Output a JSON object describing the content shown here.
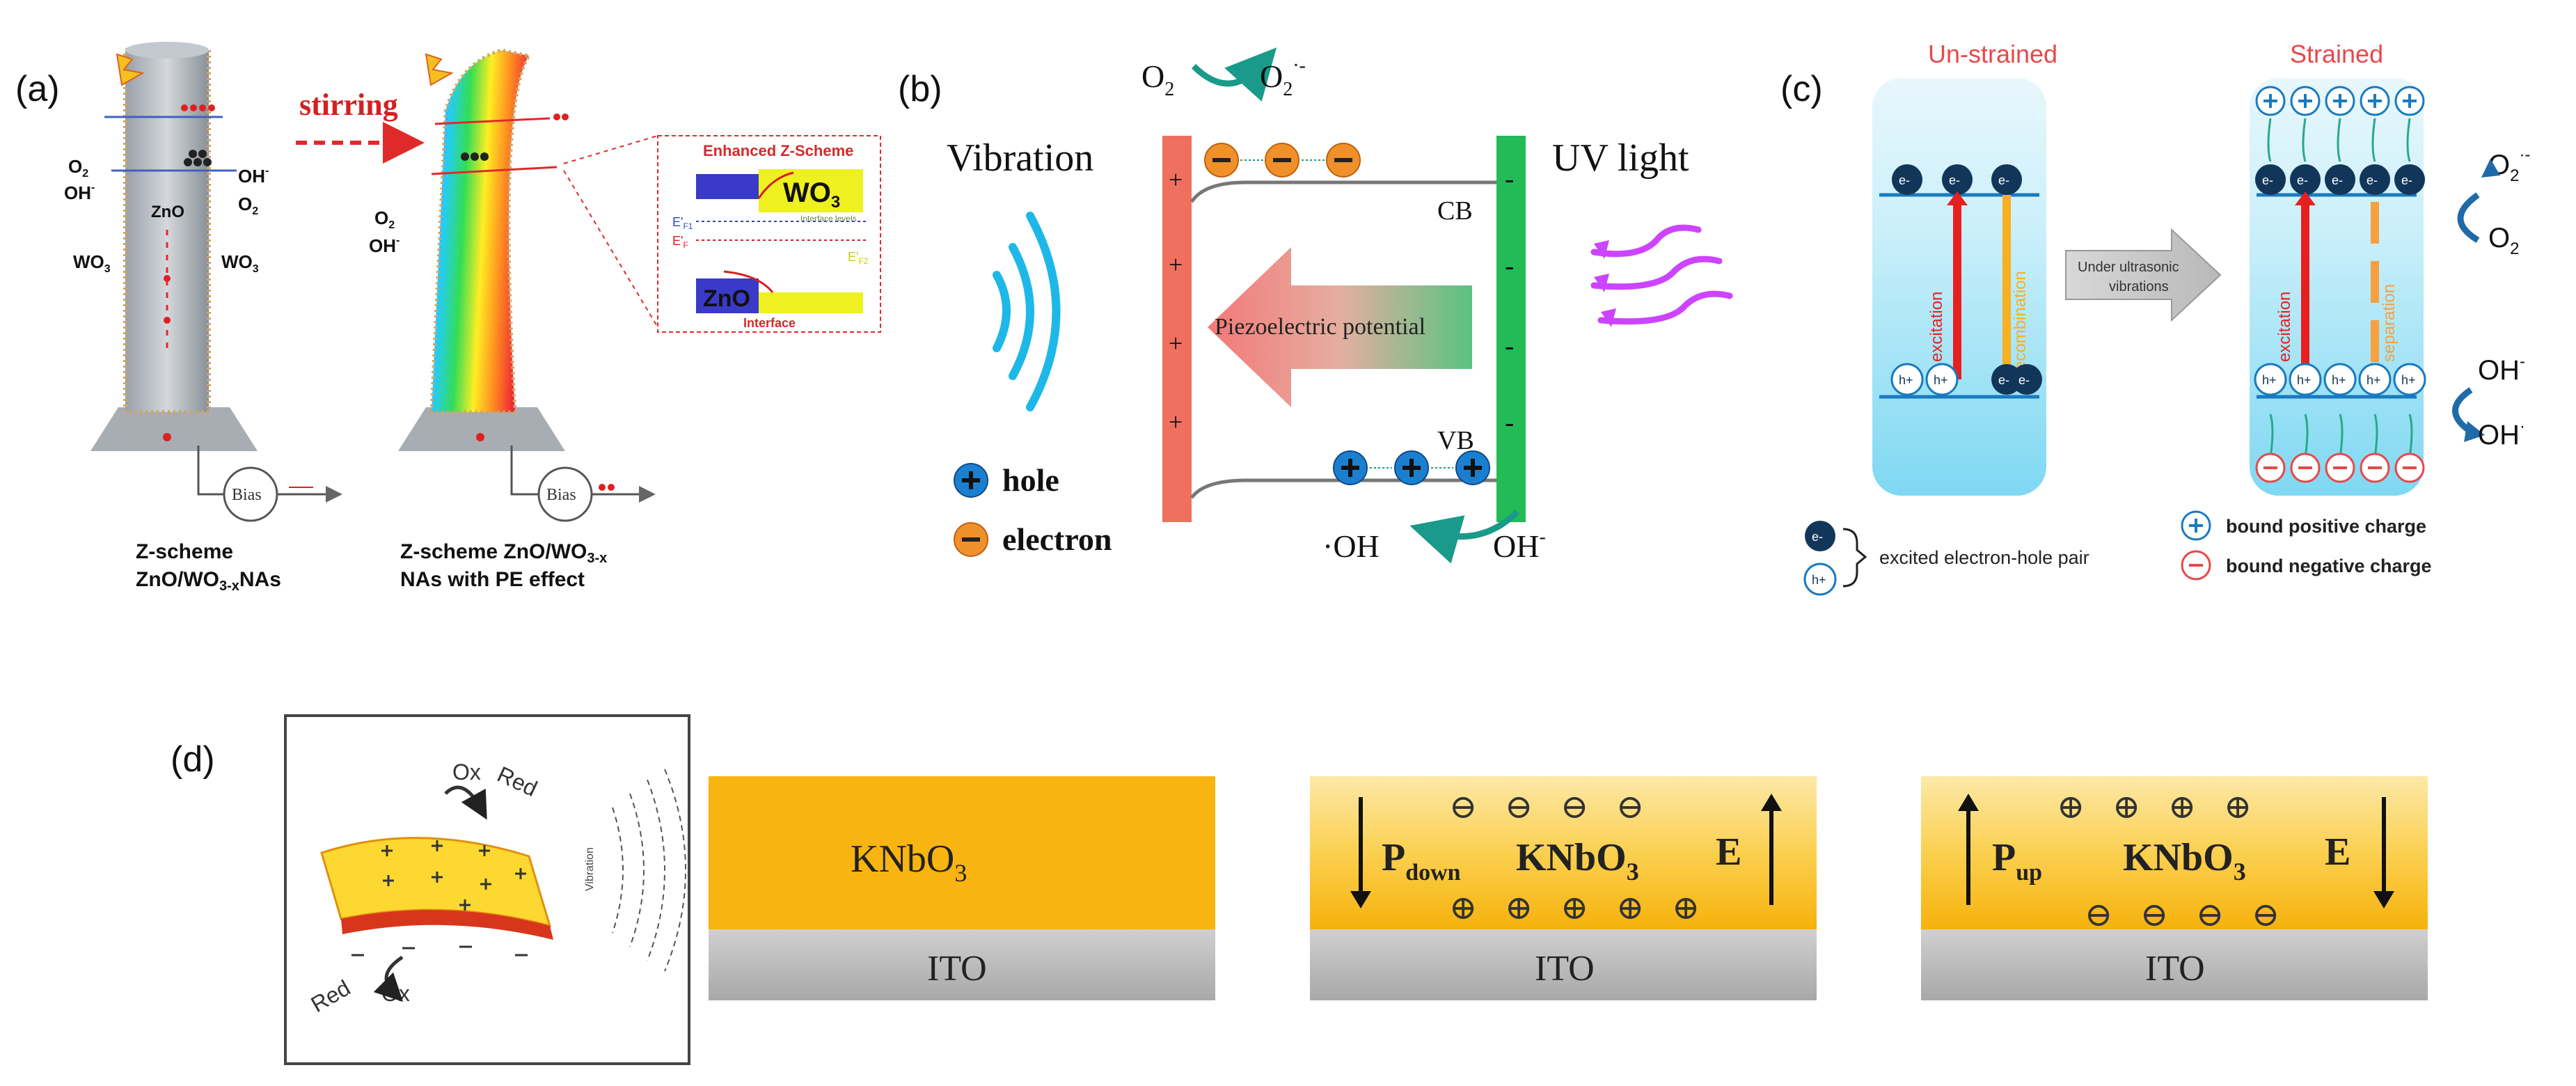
{
  "panel_a": {
    "label": "(a)",
    "stirring": "stirring",
    "o2": "O",
    "o2_sub": "2",
    "oh": "OH",
    "oh_sup": "-",
    "zno": "ZnO",
    "wo3": "WO",
    "wo3_sub": "3",
    "bias": "Bias",
    "inset_title": "Enhanced Z-Scheme",
    "inset_wo3": "WO",
    "inset_wo3_sub": "3",
    "inset_zno": "ZnO",
    "inset_interface": "Interface",
    "inset_ef": "E'",
    "inset_ef_sub": "F1",
    "inset_ef2_sub": "F",
    "inset_ef3_sub": "F2",
    "inset_defect": "Interface levels",
    "caption_left_1": "Z-scheme",
    "caption_left_2": "ZnO/WO",
    "caption_left_2_sub": "3-x",
    "caption_left_2_end": "NAs",
    "caption_right_1": "Z-scheme ZnO/WO",
    "caption_right_1_sub": "3-x",
    "caption_right_2": "NAs with PE effect"
  },
  "panel_b": {
    "label": "(b)",
    "vibration": "Vibration",
    "uv": "UV light",
    "o2": "O",
    "o2_sub": "2",
    "o2_rad": "O",
    "o2_rad_sub": "2",
    "o2_rad_sup": "·-",
    "cb": "CB",
    "vb": "VB",
    "piezo": "Piezoelectric potential",
    "hole": "hole",
    "electron": "electron",
    "oh_rad": "·OH",
    "oh": "OH",
    "oh_sup": "-",
    "plus": "+",
    "minus": "-"
  },
  "panel_c": {
    "label": "(c)",
    "unstrained": "Un-strained",
    "strained": "Strained",
    "excitation": "excitation",
    "recombination": "recombination",
    "separation": "separation",
    "arrow_1": "Under ultrasonic",
    "arrow_2": "vibrations",
    "e": "e-",
    "h": "h+",
    "o2_rad": "O",
    "o2_rad_sub": "2",
    "o2_rad_sup": "·-",
    "o2": "O",
    "o2_sub": "2",
    "oh": "OH",
    "oh_sup": "-",
    "pair": "excited electron-hole pair",
    "bound_pos": "bound positive charge",
    "bound_neg": "bound negative charge"
  },
  "panel_d": {
    "label": "(d)",
    "ox": "Ox",
    "red": "Red",
    "vibration": "Vibration",
    "knbo3": "KNbO",
    "knbo3_sub": "3",
    "ito": "ITO",
    "p": "P",
    "p_down_sub": "down",
    "p_up_sub": "up",
    "e_field": "E",
    "plus_circ": "⊕",
    "minus_circ": "⊖"
  },
  "colors": {
    "red_bar": "#f07060",
    "green_bar": "#22bb55",
    "cyan": "#1eb8e8",
    "violet": "#cc44ff",
    "orange": "#f0902a",
    "blue_charge": "#1b7fd0",
    "teal_arrow": "#1a9a8a",
    "knbo3_orange": "#f8b410",
    "ito_gray": "#bcbcbc",
    "crystal_cyan": "#bfeaf6",
    "dark_navy": "#12365a",
    "label_red": "#e8484a"
  }
}
